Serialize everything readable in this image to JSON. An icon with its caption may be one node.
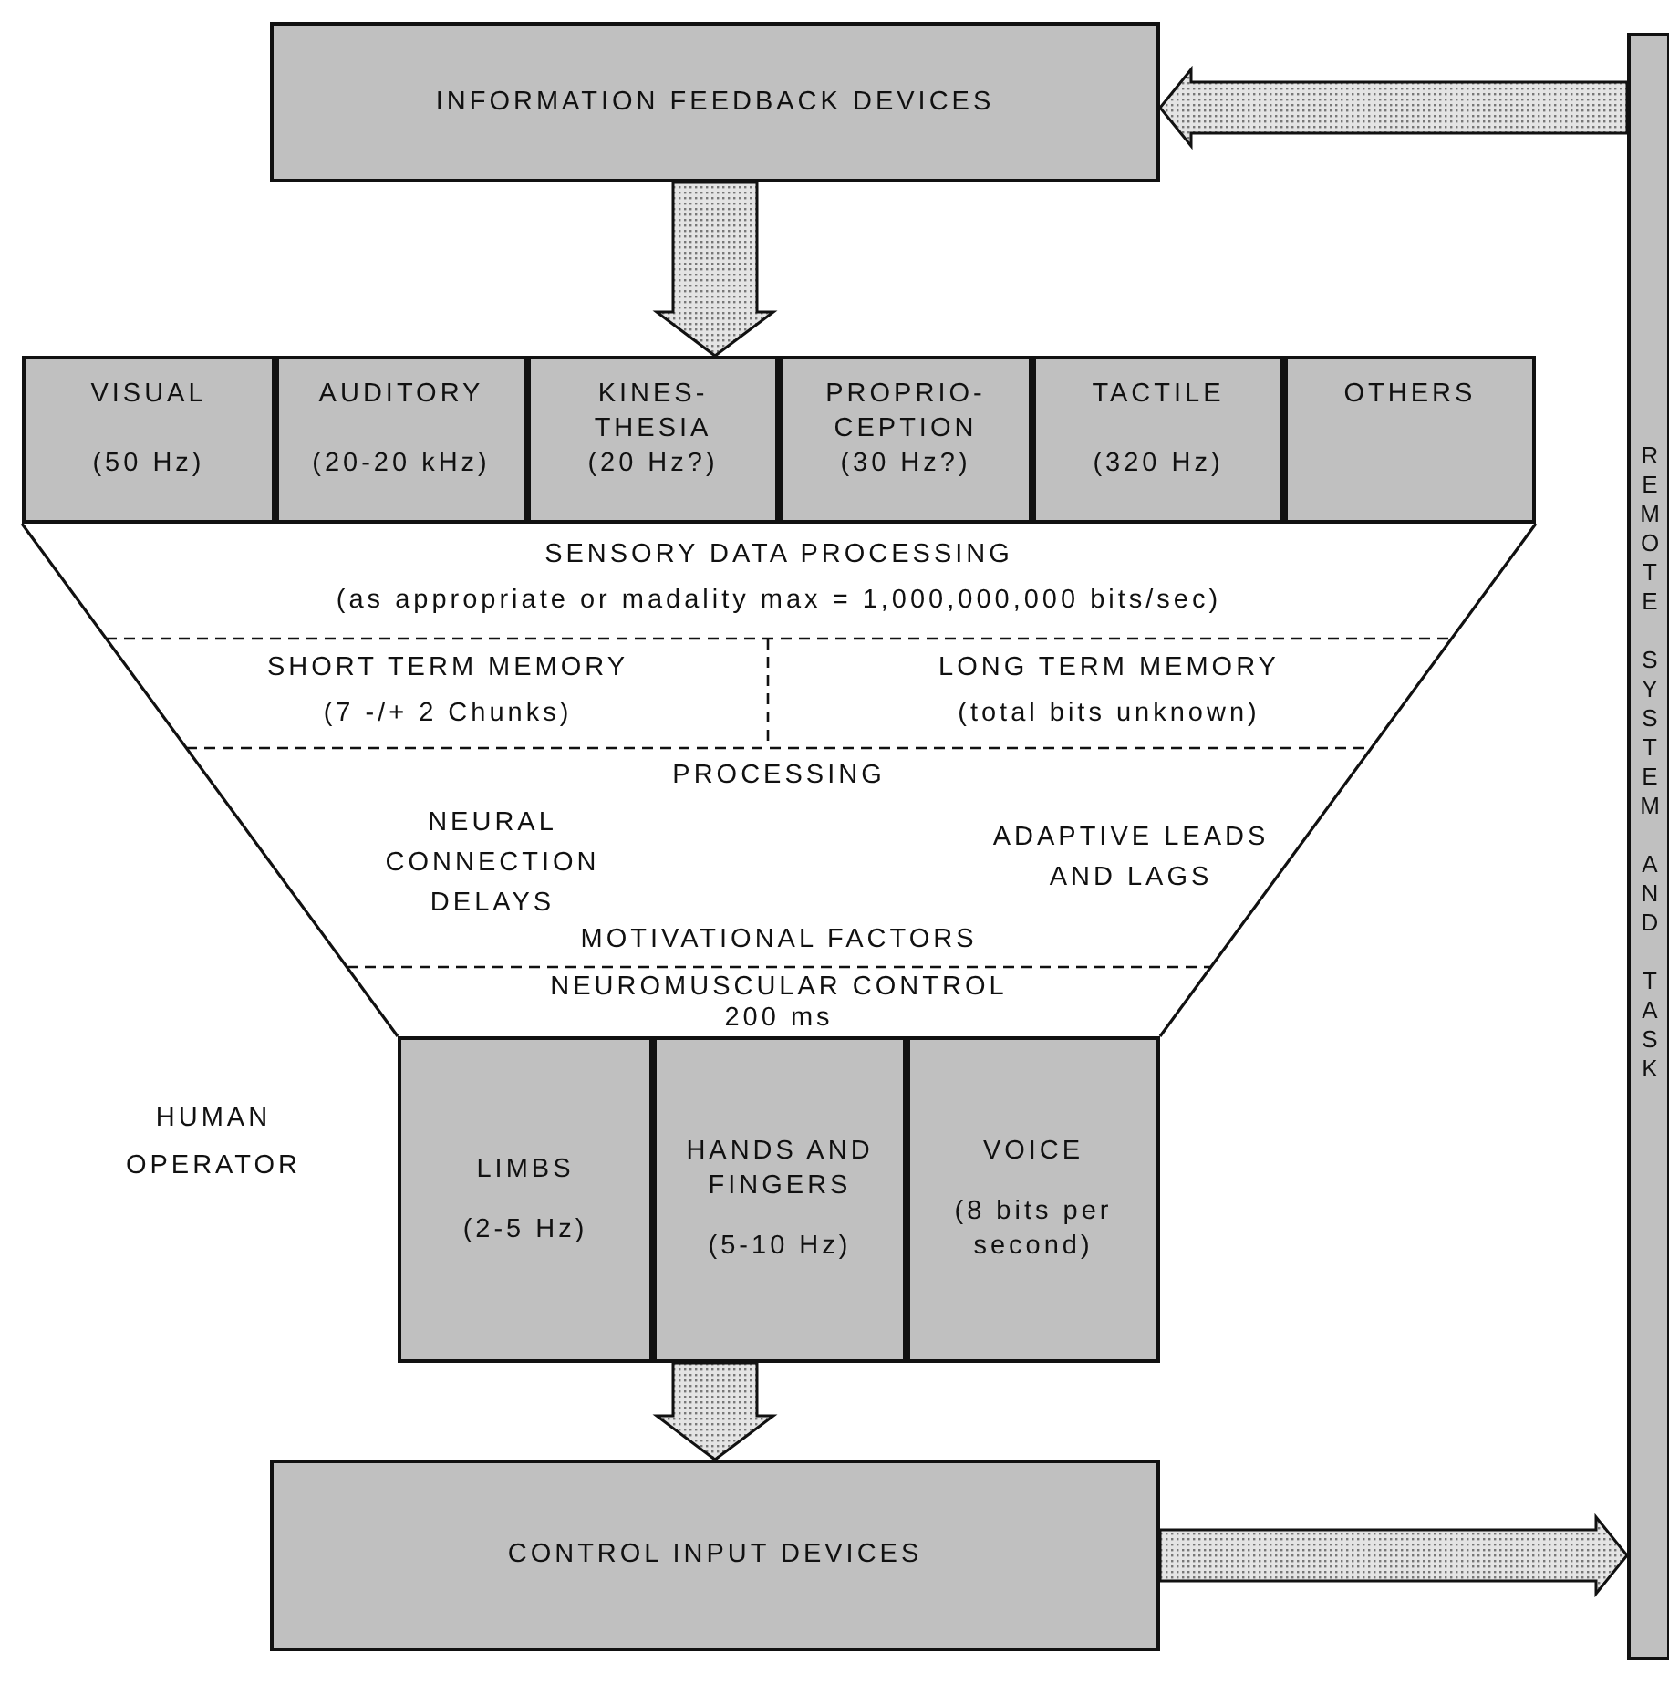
{
  "diagram": {
    "nodes": [
      {
        "text": [
          "INFORMATION FEEDBACK DEVICES"
        ]
      },
      {
        "text": [
          "HUMAN OPERATOR"
        ]
      },
      {
        "text": [
          "VISUAL",
          "(50 Hz)"
        ],
        "in": 1
      },
      {
        "text": [
          "AUDITORY",
          "(20-20 kHz)"
        ],
        "in": 1
      },
      {
        "text": [
          "KINES- THESIA",
          "(20 Hz?)"
        ],
        "in": 1
      },
      {
        "text": [
          "PROPRIO- CEPTION",
          "(30 Hz?)"
        ],
        "in": 1
      },
      {
        "text": [
          "TACTILE",
          "(320 Hz)"
        ],
        "in": 1
      },
      {
        "text": [
          "OTHERS"
        ],
        "in": 1
      },
      {
        "text": [
          "SENSORY DATA PROCESSING",
          "(as appropriate or madality max = 1,000,000,000 bits/sec)"
        ],
        "in": 1
      },
      {
        "text": [
          "SHORT TERM MEMORY",
          "(7 -/+ 2 Chunks)"
        ],
        "in": 1
      },
      {
        "text": [
          "LONG TERM MEMORY",
          "(total bits unknown)"
        ],
        "in": 1
      },
      {
        "text": [
          "PROCESSING",
          "NEURAL CONNECTION DELAYS",
          "ADAPTIVE LEADS AND LAGS",
          "MOTIVATIONAL FACTORS"
        ],
        "in": 1
      },
      {
        "text": [
          "NEUROMUSCULAR CONTROL",
          "200 ms"
        ],
        "in": 1
      },
      {
        "text": [
          "LIMBS",
          "(2-5 Hz)"
        ],
        "in": 1
      },
      {
        "text": [
          "HANDS AND FINGERS",
          "(5-10 Hz)"
        ],
        "in": 1
      },
      {
        "text": [
          "VOICE",
          "(8 bits per second)"
        ],
        "in": 1
      },
      {
        "text": [
          "CONTROL INPUT DEVICES"
        ]
      },
      {
        "text": [
          "REMOTE SYSTEM AND TASK"
        ]
      }
    ],
    "edges": [
      {
        "from": 0,
        "to": 1,
        "arrow": "to"
      },
      {
        "from": 1,
        "to": 16,
        "arrow": "to"
      },
      {
        "from": 16,
        "to": 17,
        "arrow": "to"
      },
      {
        "from": 17,
        "to": 0,
        "arrow": "to"
      }
    ]
  }
}
